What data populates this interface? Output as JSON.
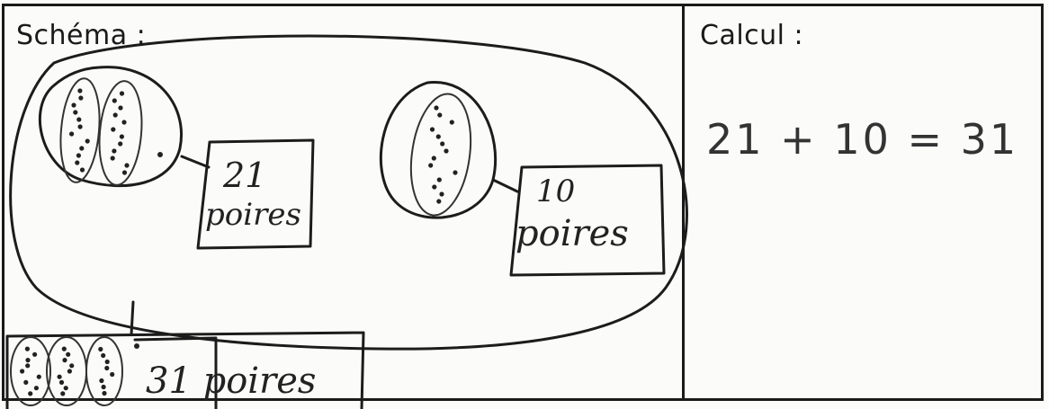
{
  "schema": {
    "title": "Schéma :",
    "label_21": [
      "21",
      "poires"
    ],
    "label_10": [
      "10",
      "poires"
    ],
    "label_31": "31 poires"
  },
  "calcul": {
    "title": "Calcul :",
    "expression": "21 + 10 = 31"
  }
}
